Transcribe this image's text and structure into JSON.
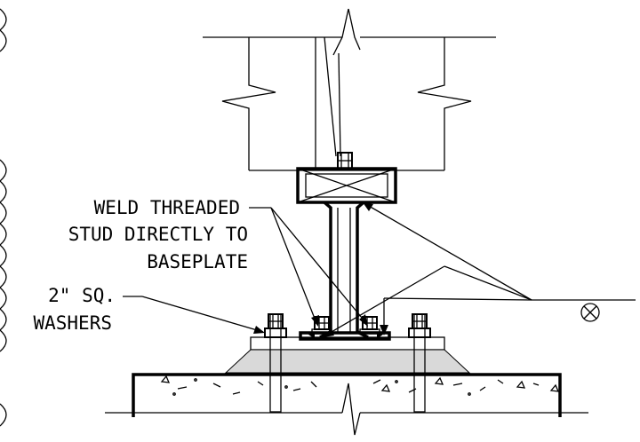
{
  "notes": {
    "weld_stud_line1": "WELD THREADED",
    "weld_stud_line2": "STUD DIRECTLY TO",
    "weld_stud_line3": "BASEPLATE",
    "washers_line1": "2\" SQ.",
    "washers_line2": "WASHERS"
  },
  "symbols": {
    "section_tag": "circle-x-symbol"
  },
  "colors": {
    "line": "#000000",
    "grout_fill": "#d9d9d9",
    "background": "#ffffff"
  }
}
